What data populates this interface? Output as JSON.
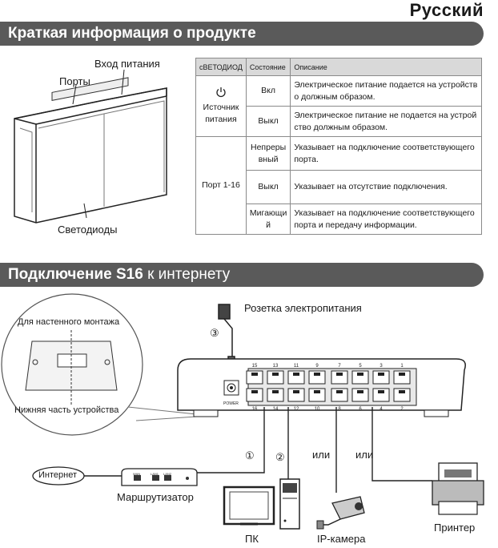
{
  "language": "Русский",
  "section1": {
    "title": "Краткая информация о продукте"
  },
  "device_labels": {
    "power_input": "Вход питания",
    "ports": "Порты",
    "leds": "Светодиоды"
  },
  "led_table": {
    "headers": [
      "сВЕТОДИОД",
      "Состояние",
      "Описание"
    ],
    "power": {
      "name": "Источник питания",
      "icon": "power-icon",
      "rows": [
        {
          "state": "Вкл",
          "desc": "Электрическое питание подается на устройств о должным образом."
        },
        {
          "state": "Выкл",
          "desc": "Электрическое питание не подается на устрой ство должным образом."
        }
      ]
    },
    "port": {
      "name": "Порт 1-16",
      "rows": [
        {
          "state": "Непреры вный",
          "desc": "Указывает на подключение соответствующего порта."
        },
        {
          "state": "Выкл",
          "desc": "Указывает на отсутствие подключения."
        },
        {
          "state": "Мигающи й",
          "desc": "Указывает на подключение соответствующего порта и передачу информации."
        }
      ]
    }
  },
  "section2": {
    "title_bold": "Подключение S16",
    "title_rest": " к интернету"
  },
  "diagram": {
    "wall_mount": "Для настенного монтажа",
    "bottom": "Нижняя часть устройства",
    "outlet": "Розетка электропитания",
    "power_label": "POWER",
    "top_ports": [
      "15",
      "13",
      "11",
      "9",
      "7",
      "5",
      "3",
      "1"
    ],
    "bottom_ports": [
      "16",
      "14",
      "12",
      "10",
      "8",
      "6",
      "4",
      "2"
    ],
    "step1": "①",
    "step2": "②",
    "step3": "③",
    "or1": "или",
    "or2": "или",
    "internet": "Интернет",
    "router": "Маршрутизатор",
    "router_ports": [
      "WAN",
      "LAN1",
      "LAN2"
    ],
    "pc": "ПК",
    "ipcam": "IP-камера",
    "printer": "Принтер"
  }
}
